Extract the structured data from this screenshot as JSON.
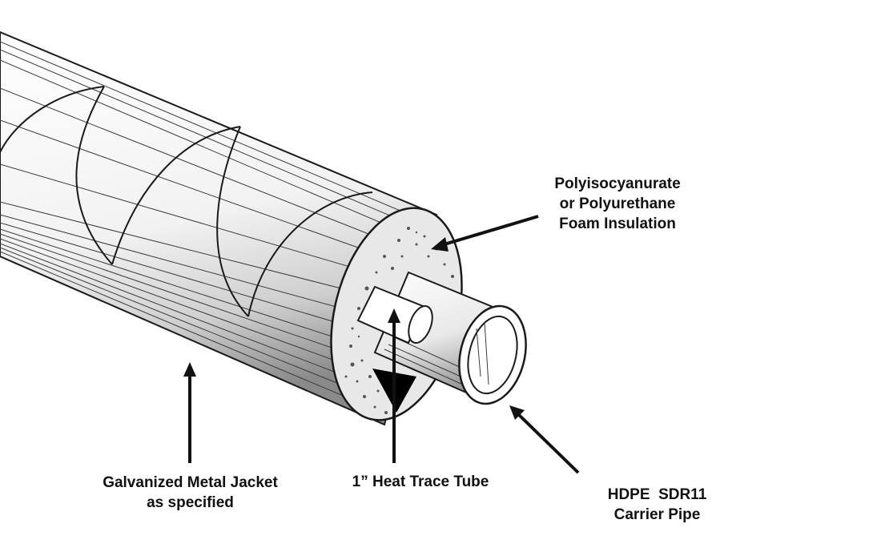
{
  "labels": {
    "foam_insulation": [
      "Polyisocyanurate",
      "or Polyurethane",
      "Foam Insulation"
    ],
    "metal_jacket": [
      "Galvanized Metal Jacket",
      "as specified"
    ],
    "heat_trace_tube": [
      "1” Heat Trace Tube"
    ],
    "carrier_pipe": [
      "HDPE  SDR11",
      "Carrier Pipe"
    ]
  },
  "colors": {
    "line": "#1a1a1a",
    "jacket": "#f4f4f4",
    "foam": "#e6e6e6",
    "background": "#ffffff"
  }
}
